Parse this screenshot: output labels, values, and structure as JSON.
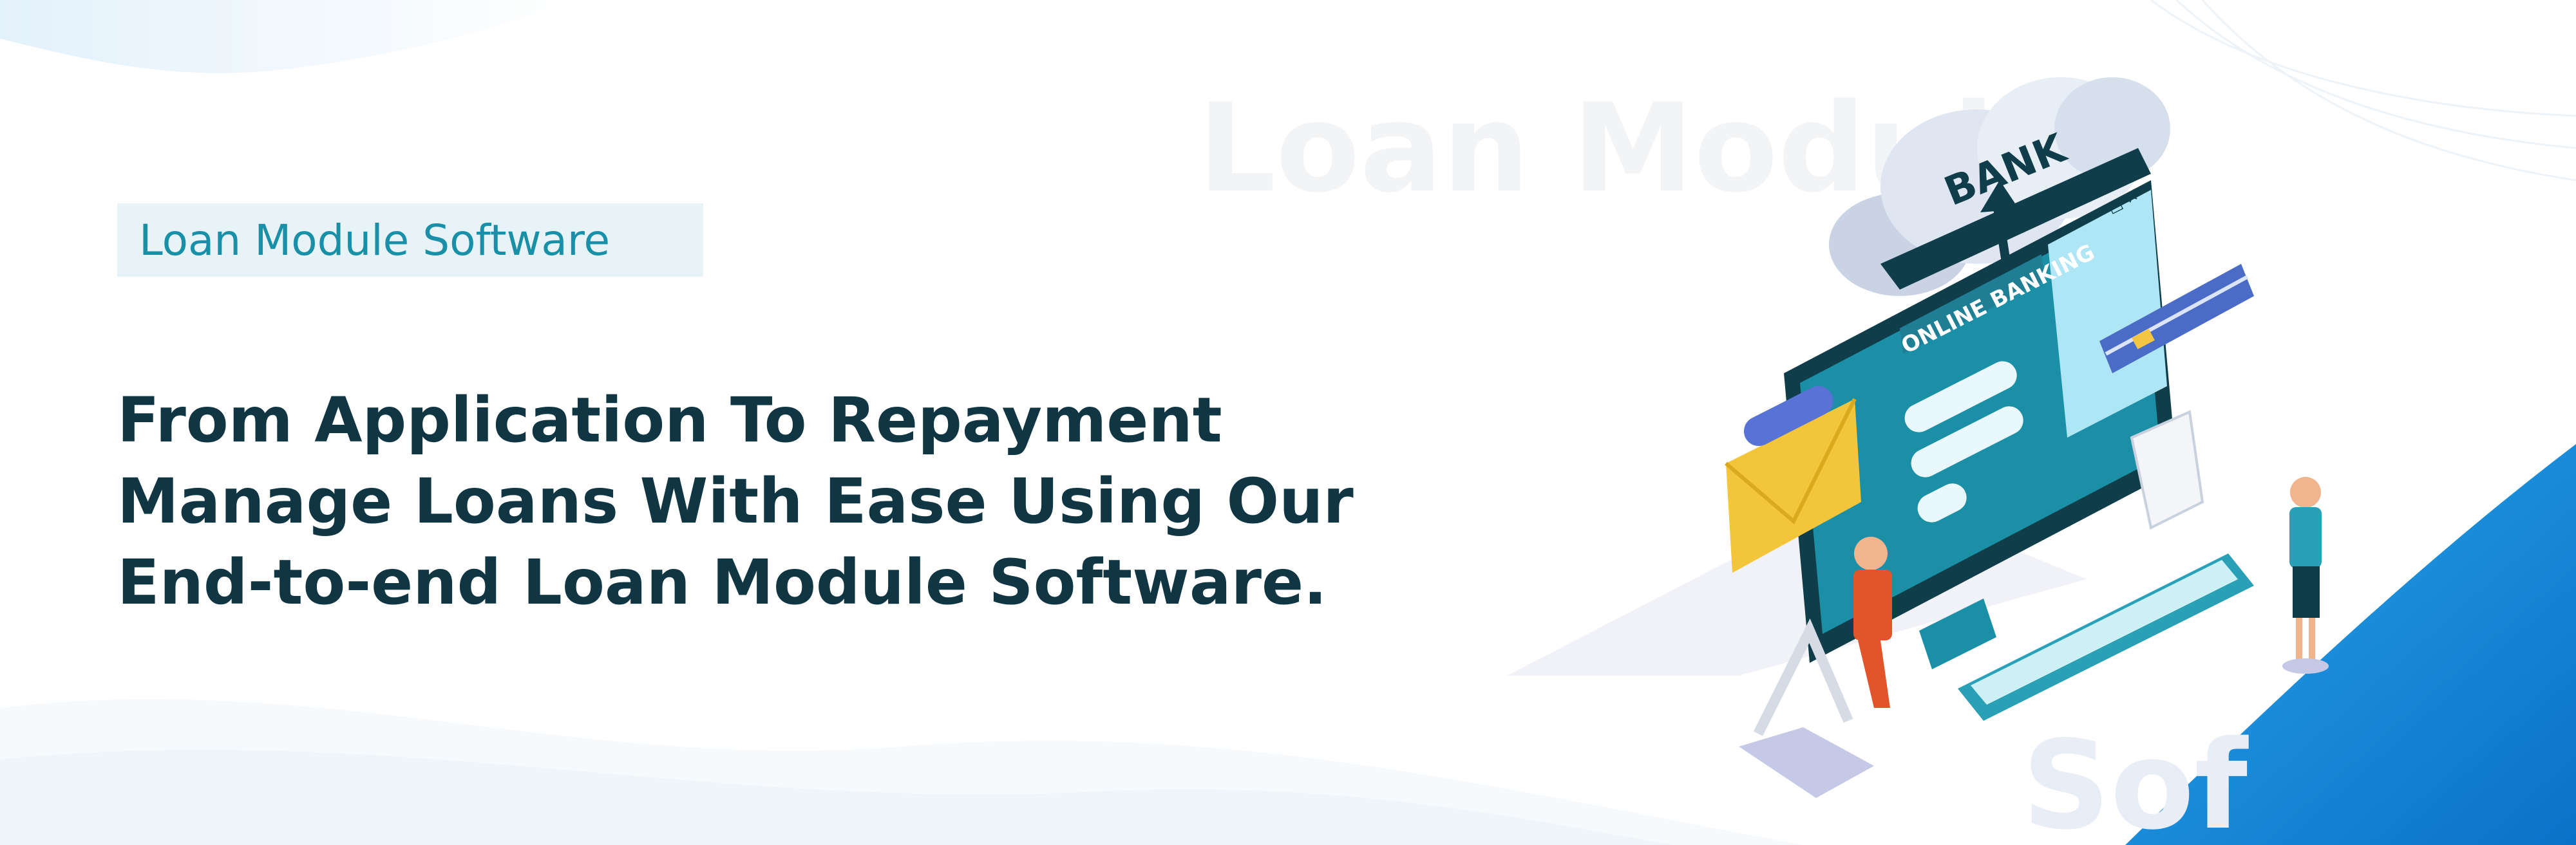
{
  "banner": {
    "tag": "Loan Module Software",
    "headline_lines": [
      "From Application To Repayment",
      "Manage Loans With Ease Using Our",
      "End-to-end Loan Module Software."
    ],
    "watermark_top": "Loan Modul",
    "watermark_bottom": "Sof",
    "cloud_label": "BANK",
    "screen_label": "ONLINE BANKING",
    "window_controls": "– □ ×"
  },
  "colors": {
    "accent": "#1a8fa8",
    "headline": "#0f3642",
    "tag_bg": "#e7f3f6",
    "blue_corner": "#1e88d6"
  },
  "icons": [
    "cloud-upload-icon",
    "envelope-icon",
    "credit-card-icon",
    "keyboard-icon",
    "monitor-icon"
  ]
}
